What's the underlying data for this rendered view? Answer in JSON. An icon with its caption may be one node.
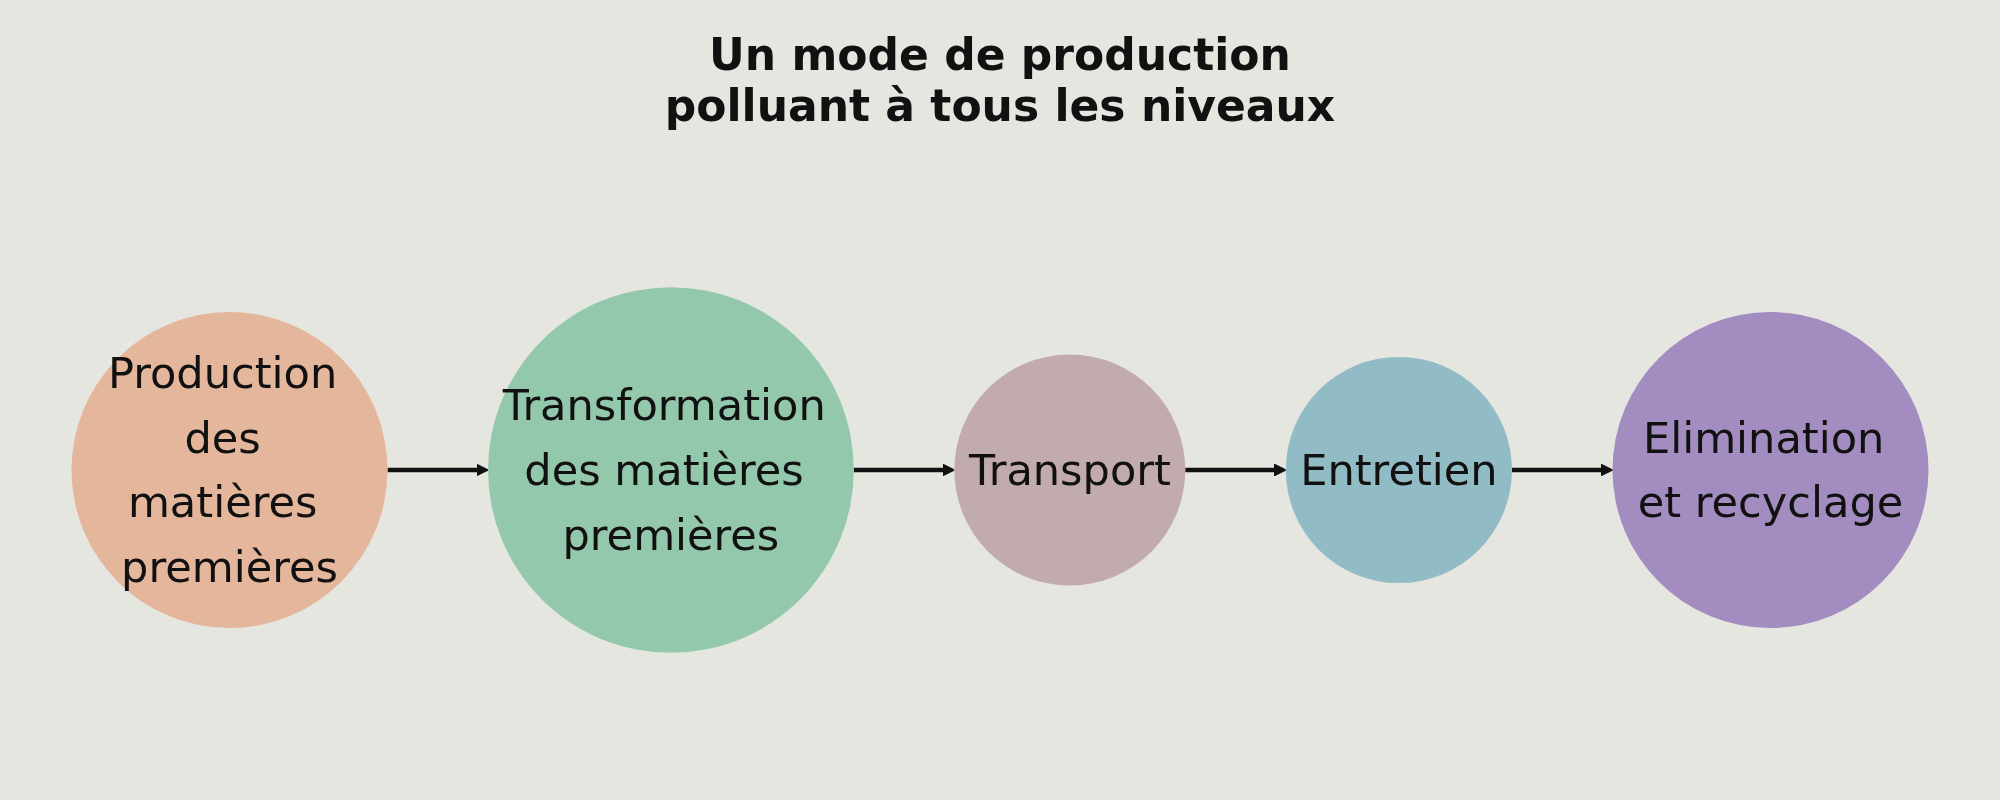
{
  "diagram": {
    "title": "Un mode de production polluant à tous les niveaux",
    "nodes": [
      {
        "text": [
          "Production des matières premières"
        ]
      },
      {
        "text": [
          "Transformation des matières premières"
        ]
      },
      {
        "text": [
          "Transport"
        ]
      },
      {
        "text": [
          "Entretien"
        ]
      },
      {
        "text": [
          "Elimination et recyclage"
        ]
      }
    ],
    "edges": [
      {
        "from": 0,
        "to": 1,
        "arrow": "to"
      },
      {
        "from": 1,
        "to": 2,
        "arrow": "to"
      },
      {
        "from": 2,
        "to": 3,
        "arrow": "to"
      },
      {
        "from": 3,
        "to": 4,
        "arrow": "to"
      }
    ]
  }
}
